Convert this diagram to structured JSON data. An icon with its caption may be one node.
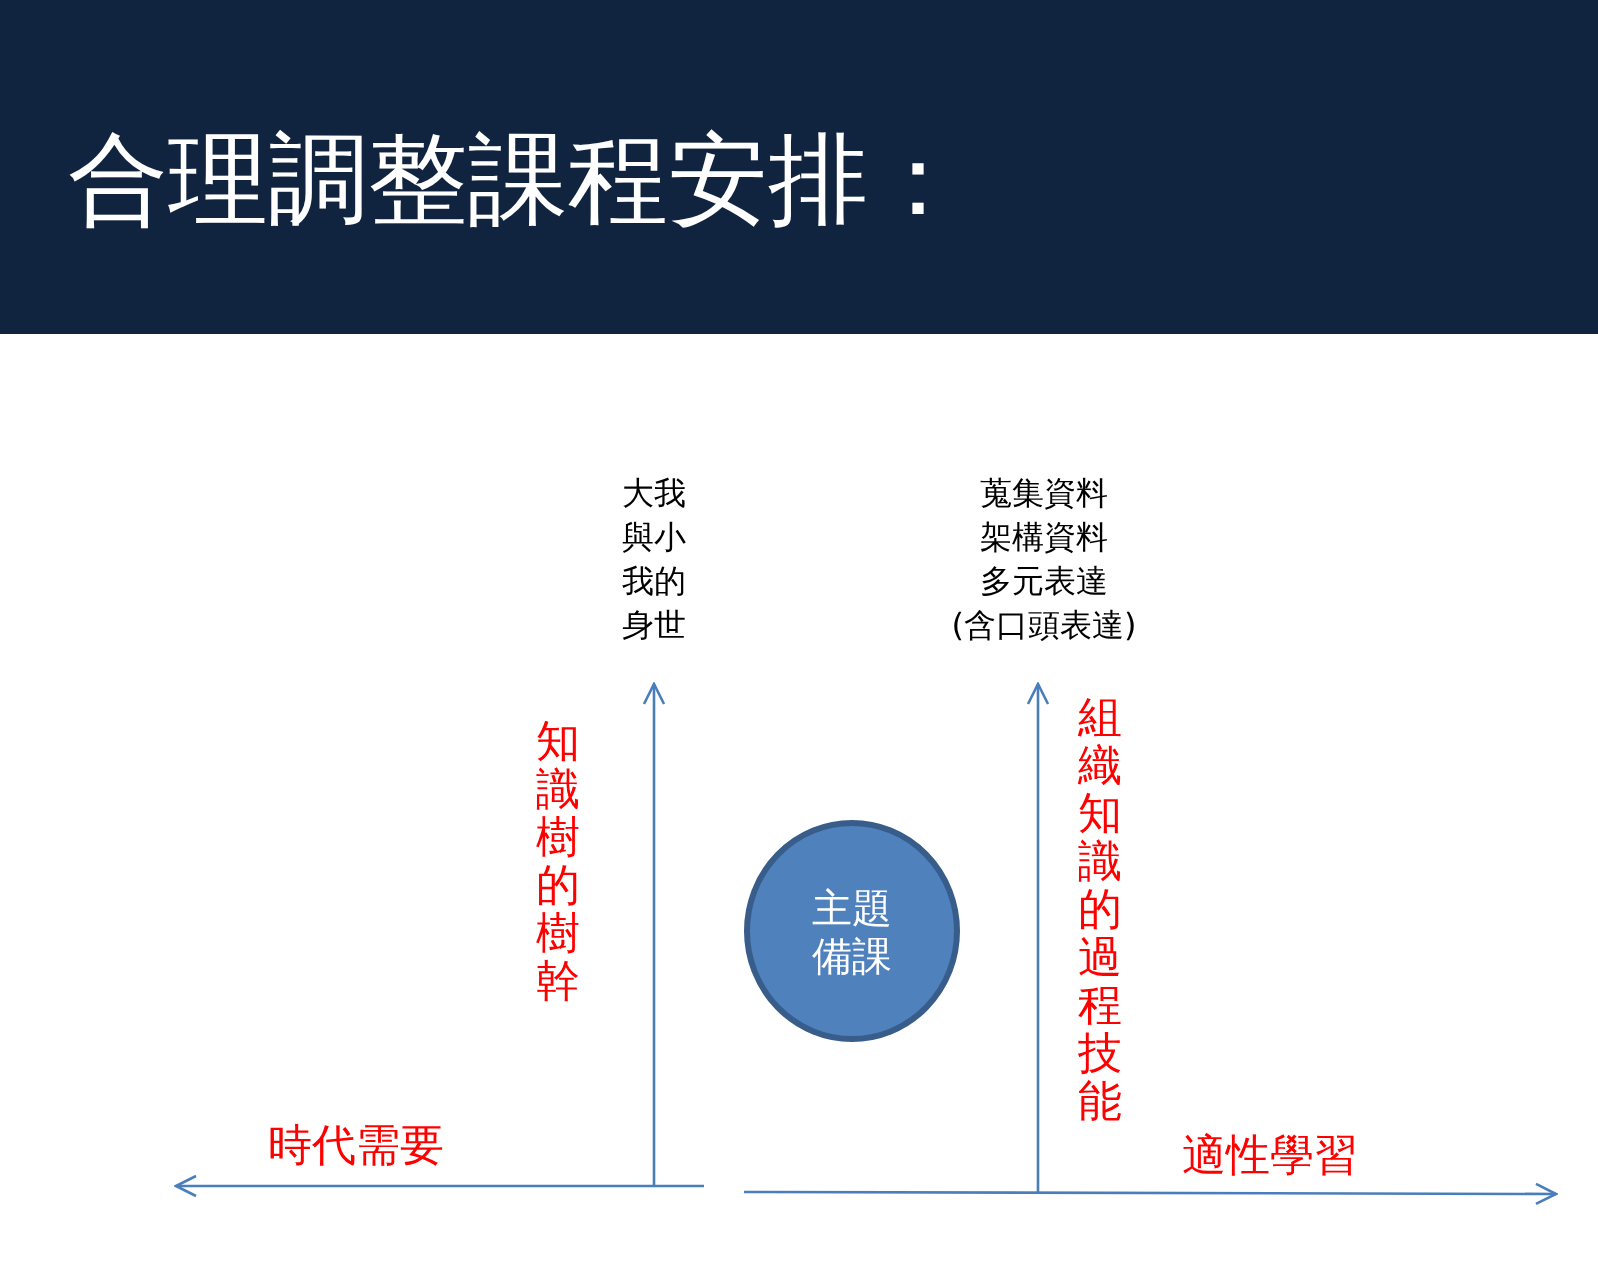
{
  "diagram": {
    "title": "合理調整課程安排：",
    "nodes": [
      {
        "text": [
          "主題備課"
        ]
      },
      {
        "text": [
          "大我與小我的身世"
        ]
      },
      {
        "text": [
          "蒐集資料架構資料多元表達(含口頭表達)"
        ]
      }
    ],
    "edges": [
      {
        "from": null,
        "to": 1,
        "arrow": "to"
      },
      {
        "from": null,
        "to": 2,
        "arrow": "to"
      }
    ],
    "labels": [
      "知識樹的樹幹",
      "組織知識的過程技能",
      "時代需要",
      "適性學習"
    ]
  }
}
